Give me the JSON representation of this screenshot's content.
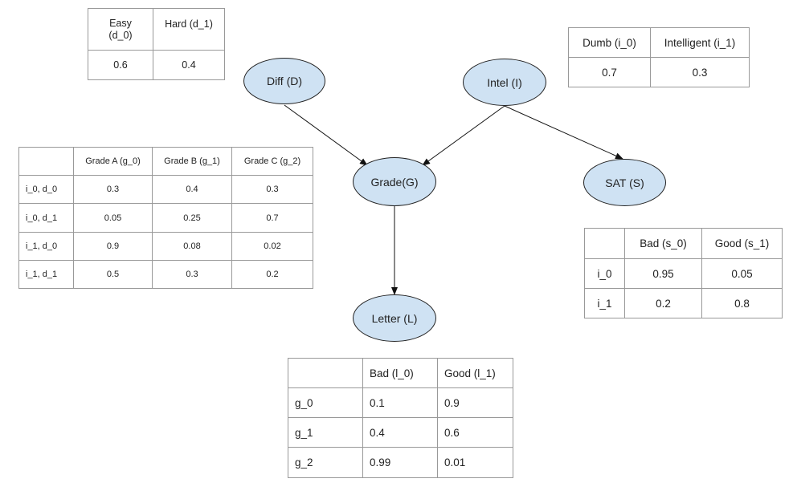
{
  "nodes": {
    "diff": "Diff (D)",
    "intel": "Intel (I)",
    "grade": "Grade(G)",
    "sat": "SAT (S)",
    "letter": "Letter (L)"
  },
  "tables": {
    "diff": {
      "headers": [
        "Easy\n(d_0)",
        "Hard (d_1)"
      ],
      "values": [
        "0.6",
        "0.4"
      ]
    },
    "intel": {
      "headers": [
        "Dumb (i_0)",
        "Intelligent (i_1)"
      ],
      "values": [
        "0.7",
        "0.3"
      ]
    },
    "grade": {
      "headers": [
        "",
        "Grade A (g_0)",
        "Grade B (g_1)",
        "Grade C (g_2)"
      ],
      "rows": [
        [
          "i_0, d_0",
          "0.3",
          "0.4",
          "0.3"
        ],
        [
          "i_0, d_1",
          "0.05",
          "0.25",
          "0.7"
        ],
        [
          "i_1, d_0",
          "0.9",
          "0.08",
          "0.02"
        ],
        [
          "i_1, d_1",
          "0.5",
          "0.3",
          "0.2"
        ]
      ]
    },
    "sat": {
      "headers": [
        "",
        "Bad (s_0)",
        "Good (s_1)"
      ],
      "rows": [
        [
          "i_0",
          "0.95",
          "0.05"
        ],
        [
          "i_1",
          "0.2",
          "0.8"
        ]
      ]
    },
    "letter": {
      "headers": [
        "",
        "Bad (l_0)",
        "Good (l_1)"
      ],
      "rows": [
        [
          "g_0",
          "0.1",
          "0.9"
        ],
        [
          "g_1",
          "0.4",
          "0.6"
        ],
        [
          "g_2",
          "0.99",
          "0.01"
        ]
      ]
    }
  }
}
